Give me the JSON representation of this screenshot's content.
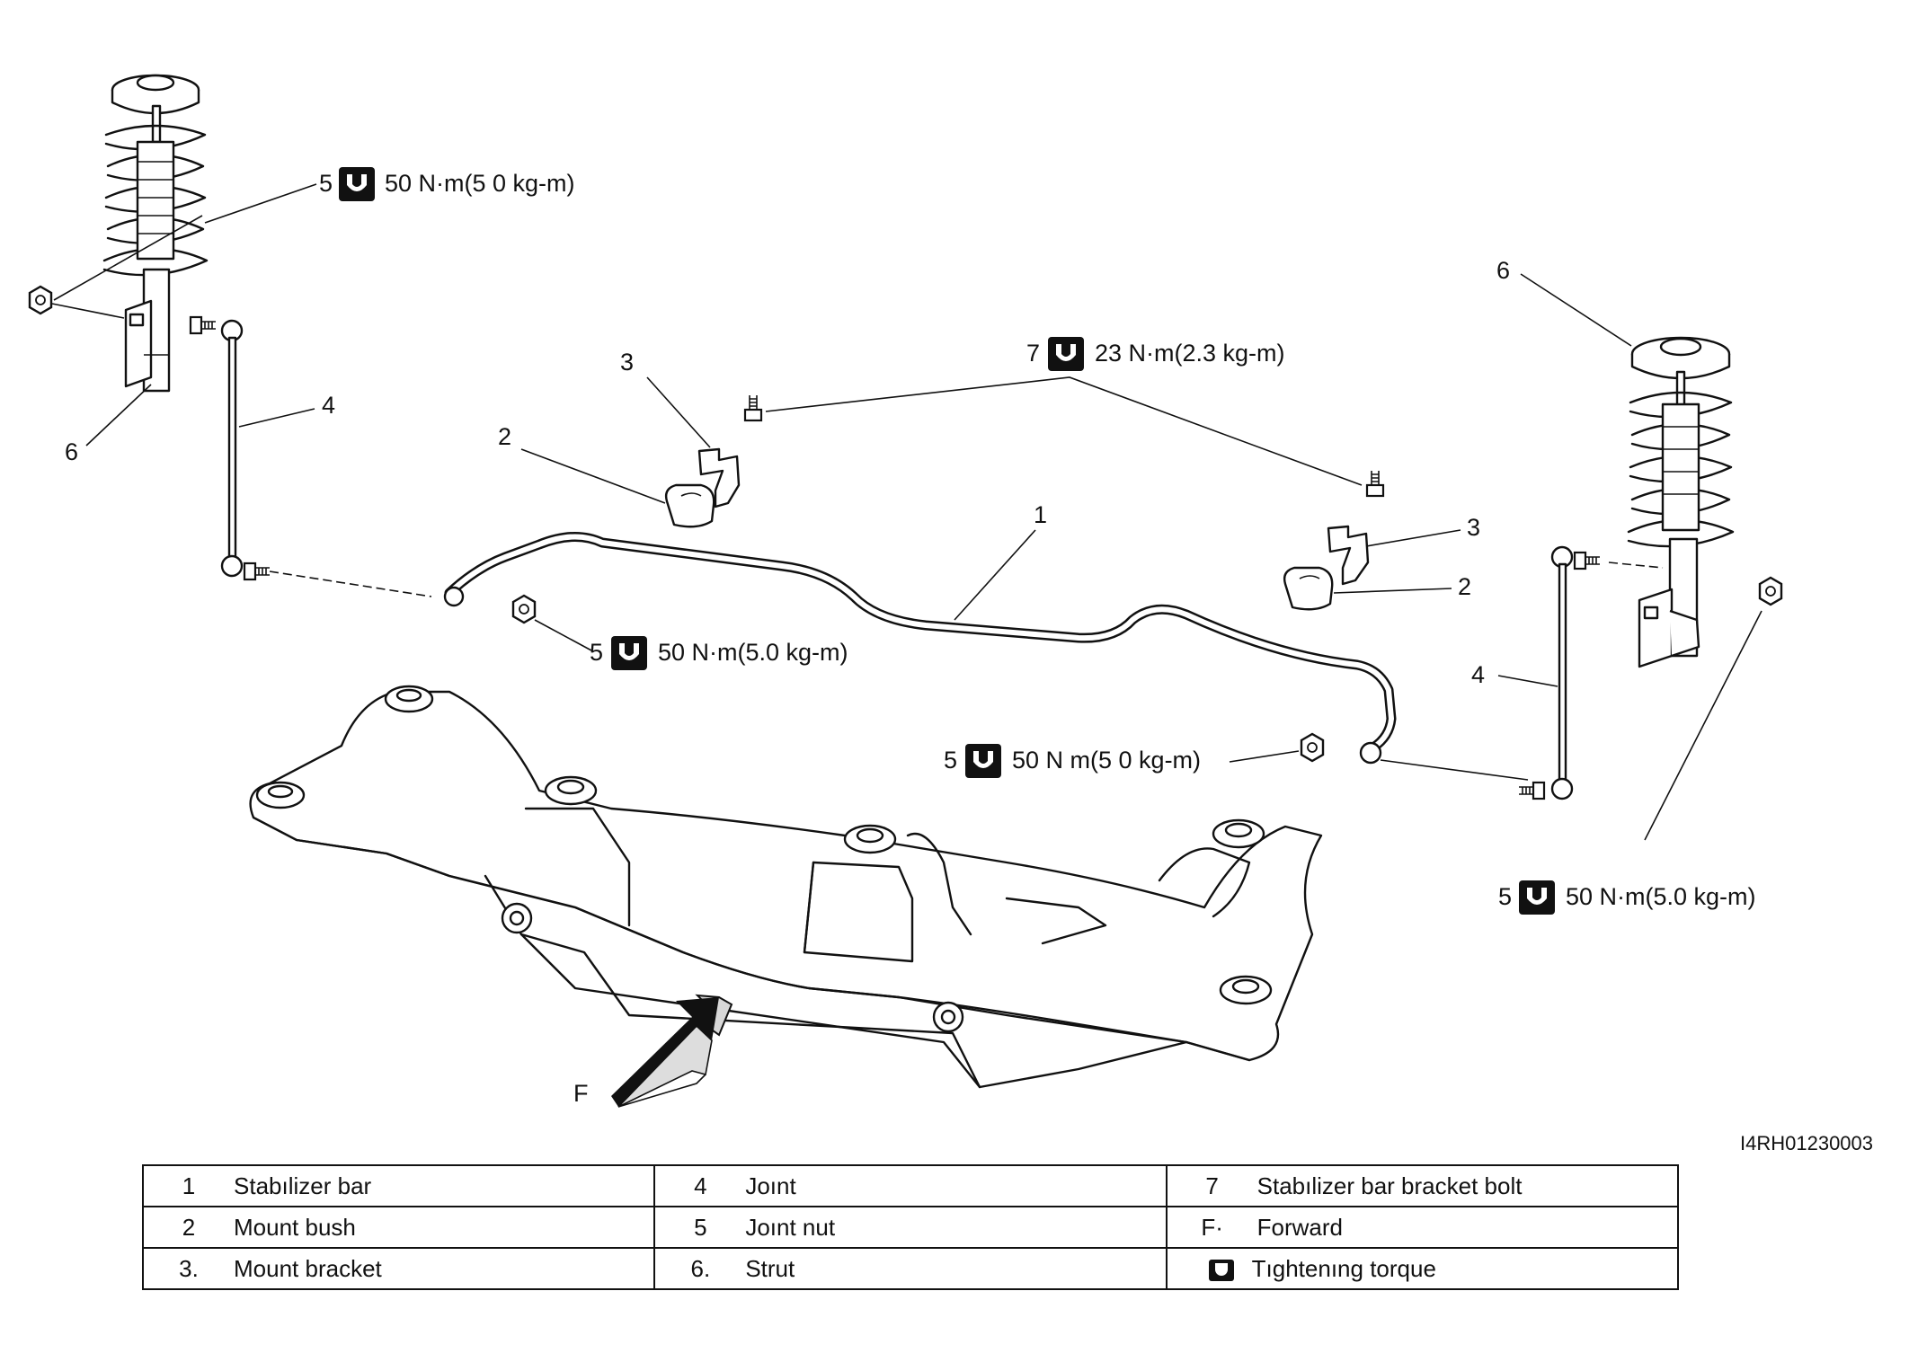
{
  "diagram": {
    "reference_code": "I4RH01230003",
    "callouts": {
      "strut_left": "6",
      "strut_right": "6",
      "joint_left": "4",
      "joint_right": "4",
      "bush_left": "2",
      "bush_right": "2",
      "bracket_left": "3",
      "bracket_right": "3",
      "stabilizer_bar": "1",
      "forward": "F"
    },
    "torque_specs": [
      {
        "part": "5",
        "value": "50 N·m(5 0 kg-m)"
      },
      {
        "part": "7",
        "value": "23 N·m(2.3 kg-m)"
      },
      {
        "part": "5",
        "value": "50 N·m(5.0 kg-m)"
      },
      {
        "part": "5",
        "value": "50 N m(5 0 kg-m)"
      },
      {
        "part": "5",
        "value": "50 N·m(5.0 kg-m)"
      }
    ]
  },
  "legend": {
    "rows": [
      [
        {
          "num": "1",
          "text": "Stabılizer bar"
        },
        {
          "num": "4",
          "text": "Joınt"
        },
        {
          "num": "7",
          "text": "Stabılizer bar bracket bolt"
        }
      ],
      [
        {
          "num": "2",
          "text": "Mount bush"
        },
        {
          "num": "5",
          "text": "Joınt nut"
        },
        {
          "num": "F·",
          "text": "Forward"
        }
      ],
      [
        {
          "num": "3.",
          "text": "Mount bracket"
        },
        {
          "num": "6.",
          "text": "Strut"
        },
        {
          "num": "",
          "text": "Tıghtenıng torque",
          "icon": "tightening-torque-icon"
        }
      ]
    ]
  }
}
